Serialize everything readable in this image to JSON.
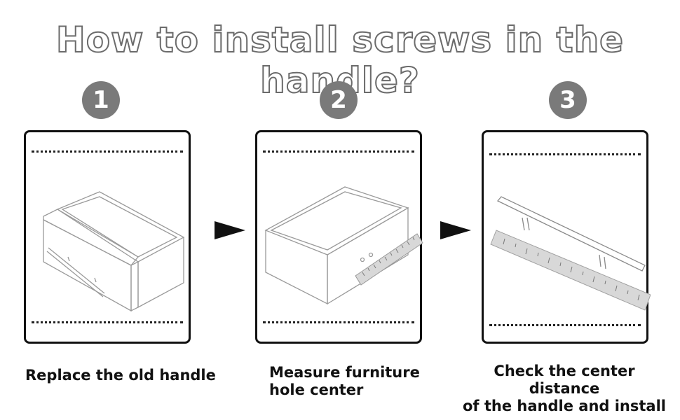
{
  "title": "How to install screws in the handle?",
  "steps": [
    {
      "number": "1",
      "caption_lines": [
        "Replace the old handle"
      ]
    },
    {
      "number": "2",
      "caption_lines": [
        "Measure furniture",
        "hole center"
      ]
    },
    {
      "number": "3",
      "caption_lines": [
        "Check the center distance",
        "of the handle and install"
      ]
    }
  ]
}
